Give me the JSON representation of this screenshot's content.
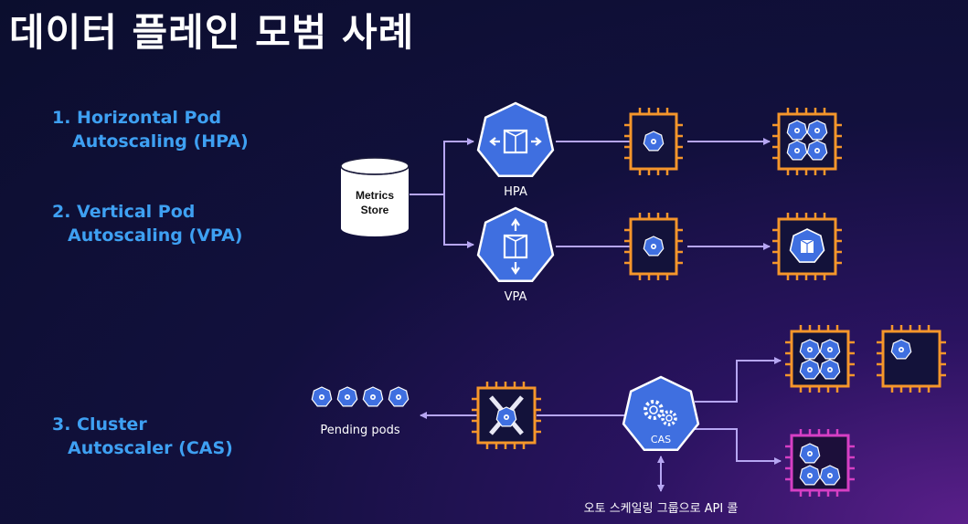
{
  "slide": {
    "title": "데이터 플레인 모범 사례",
    "items": [
      {
        "line1": "1. Horizontal Pod",
        "line2": "Autoscaling (HPA)"
      },
      {
        "line1": "2. Vertical Pod",
        "line2": "Autoscaling (VPA)"
      },
      {
        "line1": "3. Cluster",
        "line2": "Autoscaler (CAS)"
      }
    ]
  },
  "diagram": {
    "metrics_store": {
      "line1": "Metrics",
      "line2": "Store"
    },
    "hpa_label": "HPA",
    "vpa_label": "VPA",
    "cas_label": "CAS",
    "pending_label": "Pending pods",
    "api_call_label": "오토 스케일링 그룹으로 API 콜",
    "colors": {
      "k8s_blue": "#3f6fe0",
      "node_orange": "#f5962b",
      "node_magenta": "#d63fc4",
      "arrow": "#b6a6f2",
      "heading_blue": "#3ea0f2"
    }
  }
}
